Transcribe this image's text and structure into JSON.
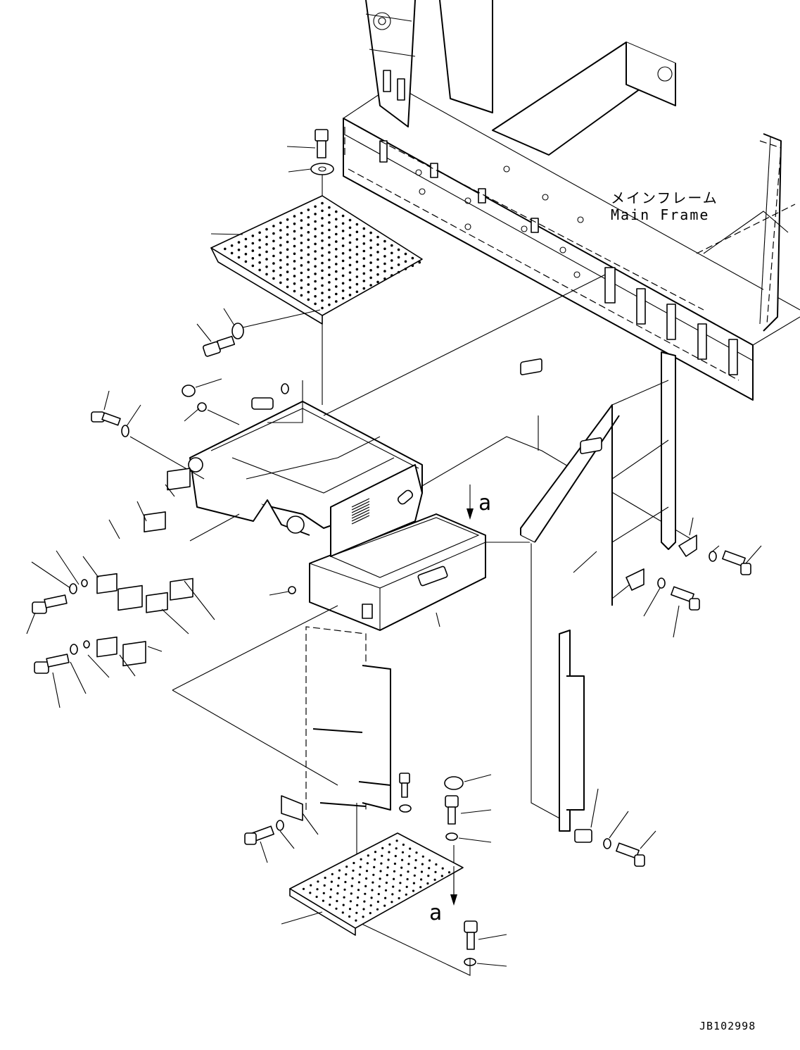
{
  "labels": {
    "main_frame_jp": "メインフレーム",
    "main_frame_en": "Main Frame",
    "view_arrow_top": "a",
    "view_arrow_bottom": "a",
    "drawing_number": "JB102998"
  },
  "colors": {
    "ink": "#000000",
    "paper": "#ffffff"
  }
}
